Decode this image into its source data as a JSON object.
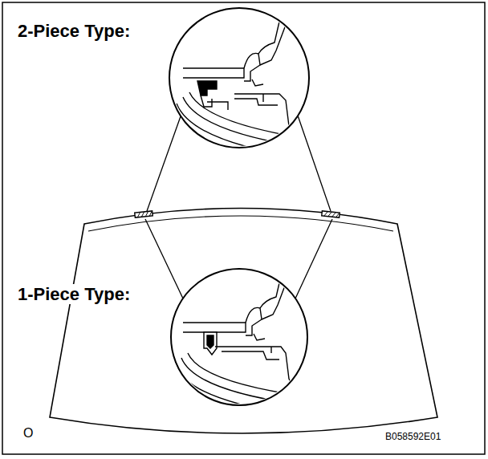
{
  "diagram": {
    "labels": [
      "2-Piece Type:",
      "1-Piece Type:",
      "O",
      "B058592E01"
    ]
  }
}
